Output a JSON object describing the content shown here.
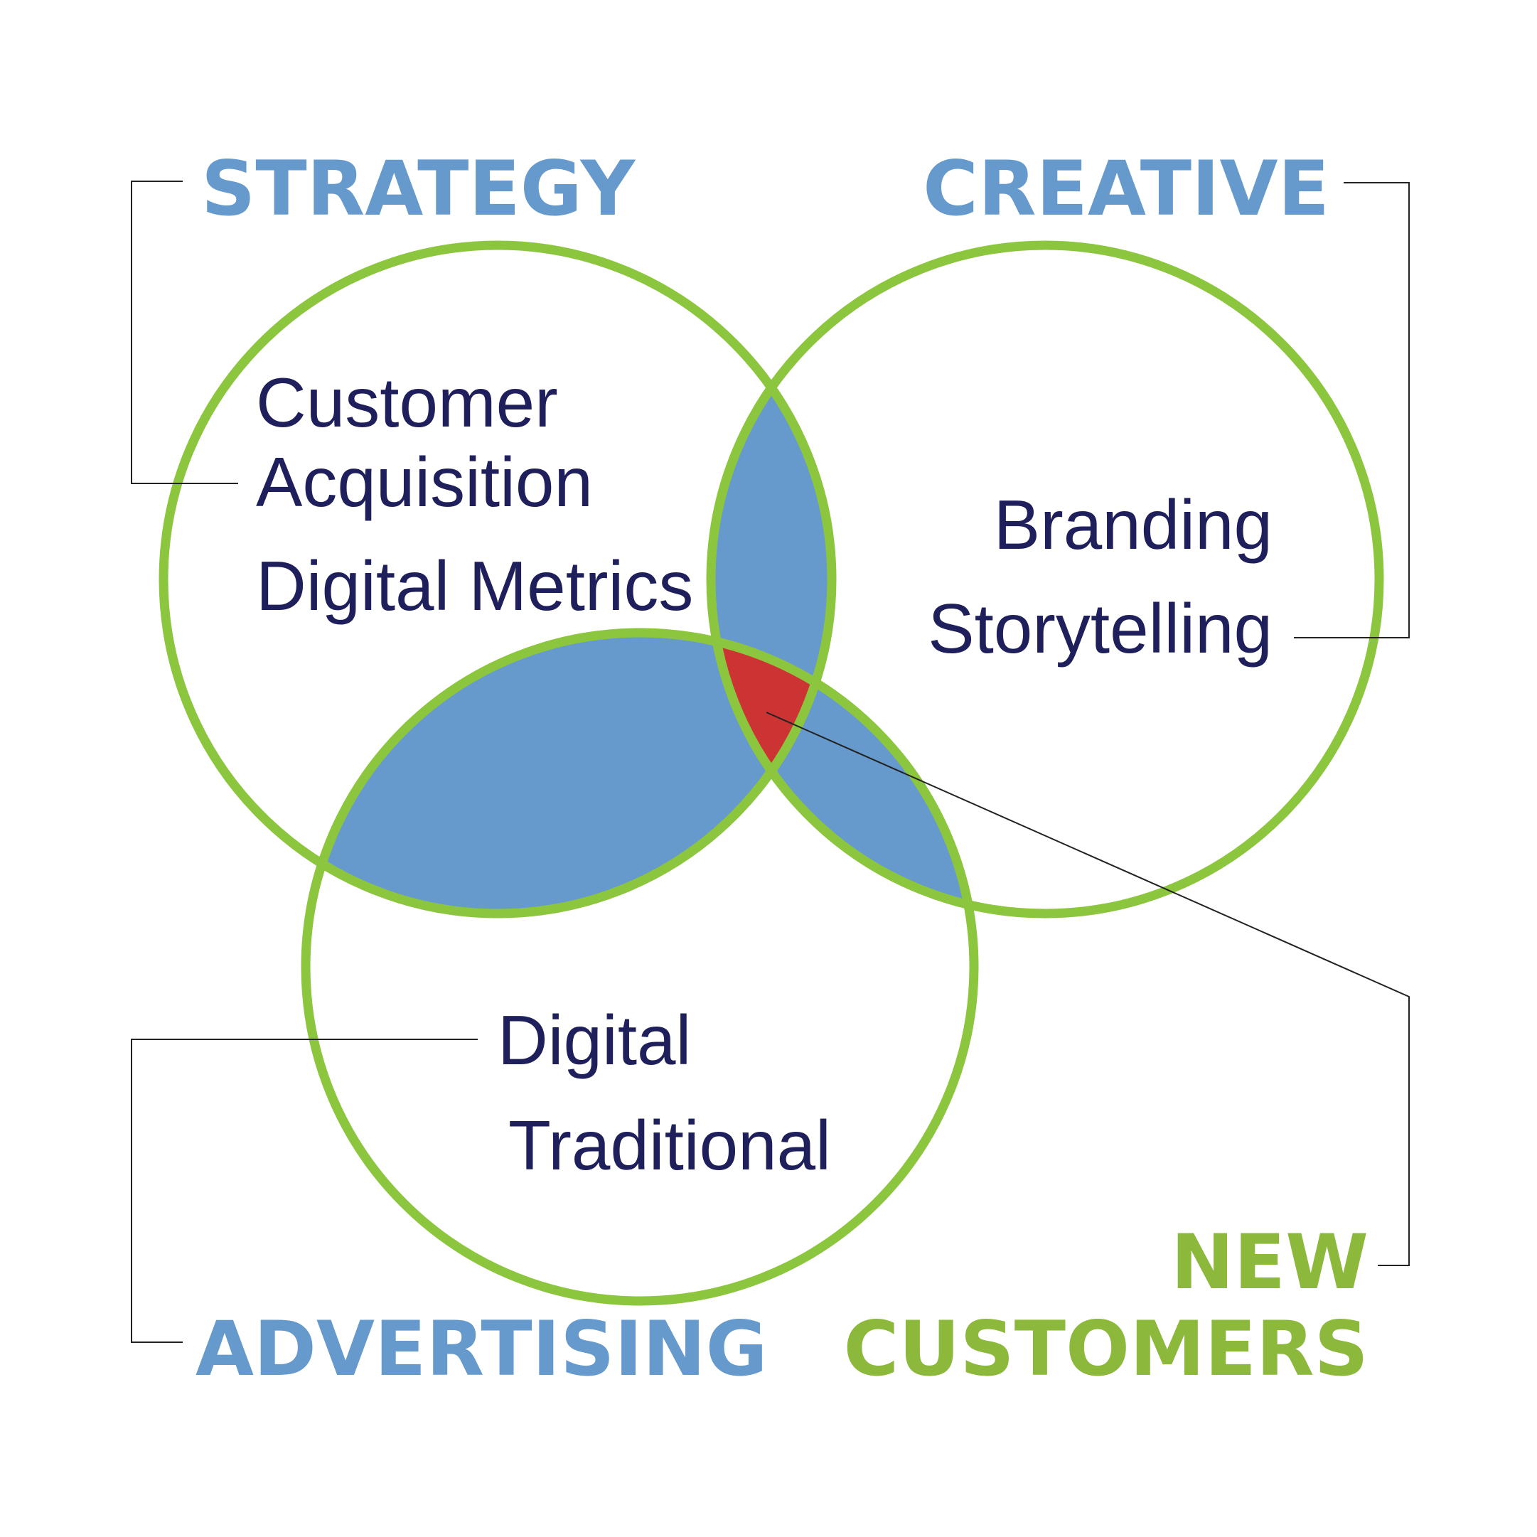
{
  "colors": {
    "heading_blue": "#6699cc",
    "heading_green": "#8cb83c",
    "ring_green": "#8cc63f",
    "overlap_blue": "#6699cc",
    "center_red": "#cc3333",
    "item_text": "#1f1f5c",
    "connector": "#222222"
  },
  "strategy": {
    "title": "STRATEGY",
    "items": [
      "Customer",
      "Acquisition",
      "Digital Metrics"
    ]
  },
  "creative": {
    "title": "CREATIVE",
    "items": [
      "Branding",
      "Storytelling"
    ]
  },
  "advertising": {
    "title": "ADVERTISING",
    "items": [
      "Digital",
      "Traditional"
    ]
  },
  "result": {
    "title_line1": "NEW",
    "title_line2": "CUSTOMERS"
  }
}
